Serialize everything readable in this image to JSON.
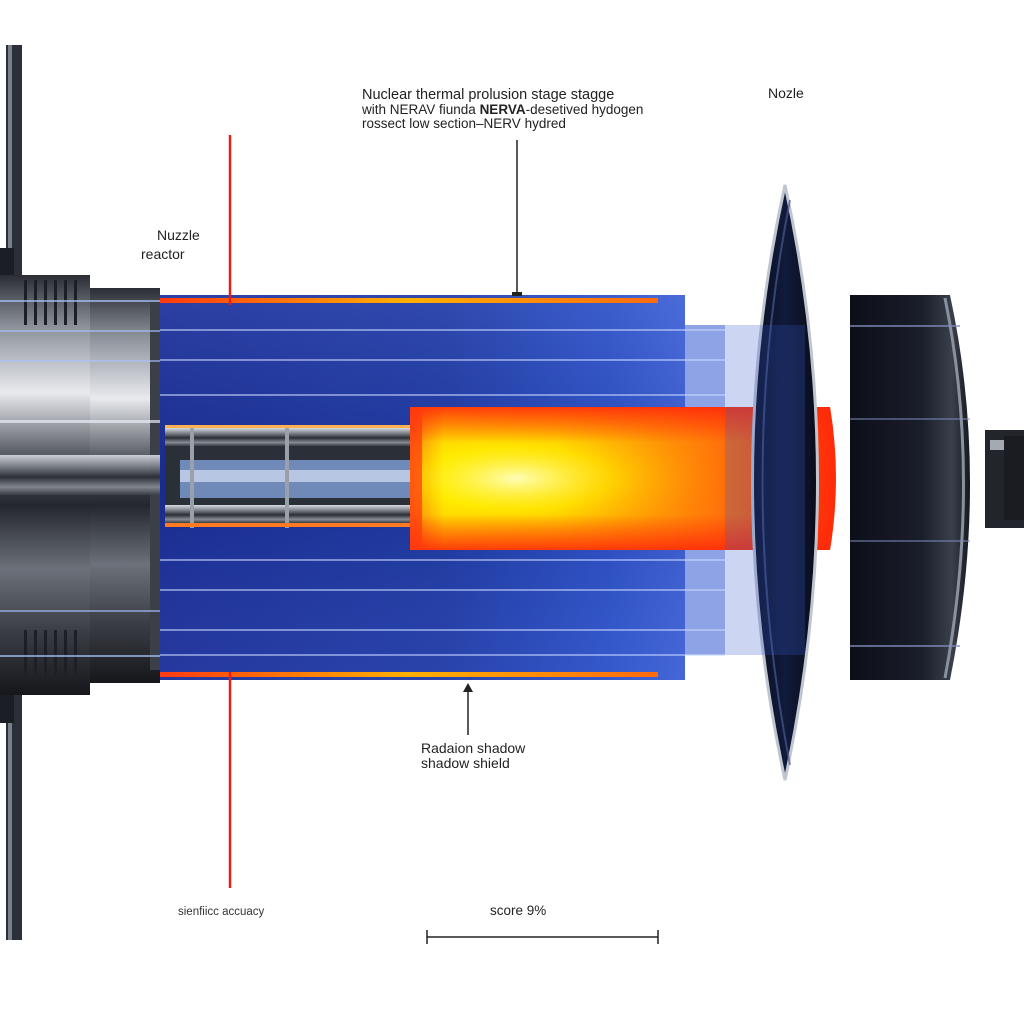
{
  "labels": {
    "title_line1": "Nuclear thermal prolusion stage stagge",
    "title_line2_prefix": "with NERAV fiunda ",
    "title_line2_bold": "NERVA",
    "title_line2_suffix": "-desetived hydogen",
    "title_line3": "rossect low section–NERV hydred",
    "nozzle": "Nozle",
    "nuzzle": "Nuzzle",
    "reactor": "reactor",
    "shield_line1": "Radaion shadow",
    "shield_line2": "shadow shield",
    "accuracy": "sienfiicc accuacy",
    "score": "score 9%"
  },
  "colors": {
    "blue_body": "#1e3aa8",
    "dark_metal": "#1c1f26",
    "core_hot": "#ff3a10",
    "core_glow": "#fff200",
    "red_line": "#e0201a"
  }
}
